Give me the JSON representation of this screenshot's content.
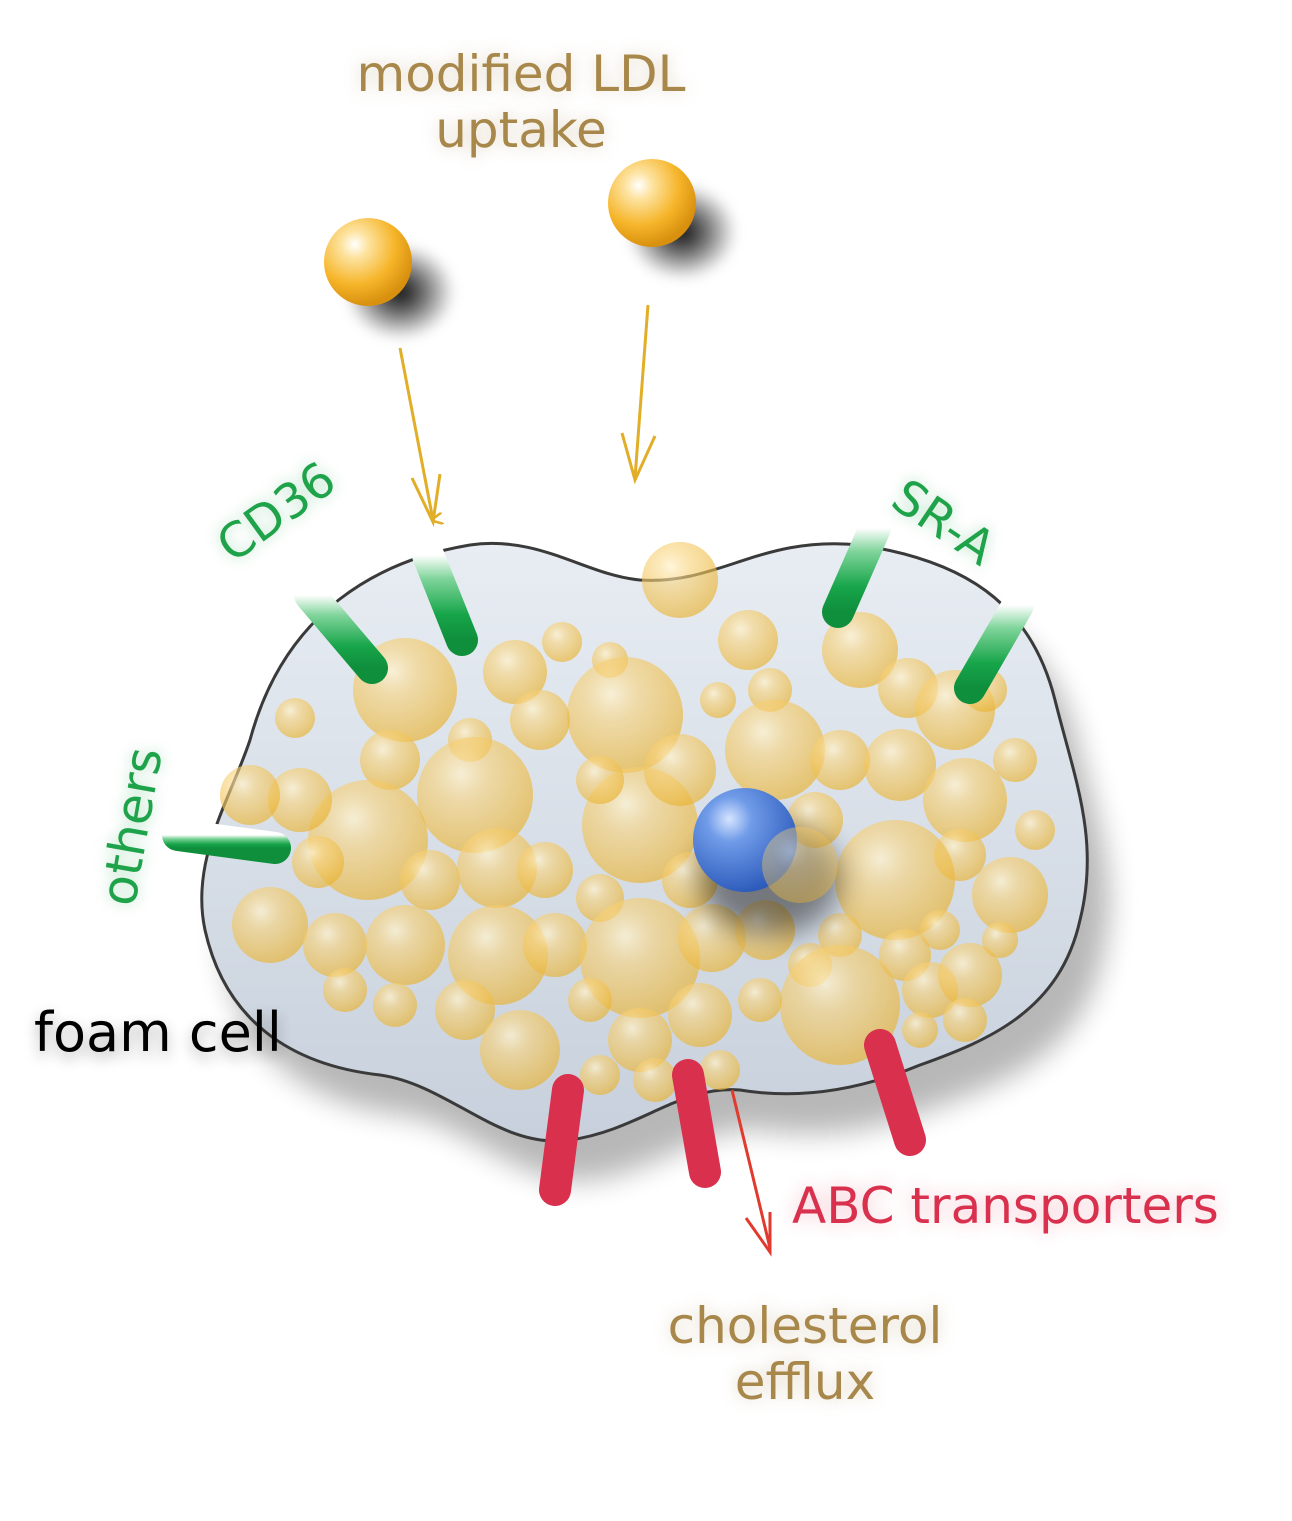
{
  "labels": {
    "uptake_line1": "modified LDL",
    "uptake_line2": "uptake",
    "cd36": "CD36",
    "sra": "SR-A",
    "others": "others",
    "foam_cell": "foam cell",
    "abc": "ABC transporters",
    "efflux_line1": "cholesterol",
    "efflux_line2": "efflux"
  },
  "colors": {
    "ldl": "#f4b62a",
    "receptor": "#17a54a",
    "transporter": "#d9304e",
    "nucleus": "#3767c4",
    "cell_fill": "#d9e0ea",
    "cell_outline": "#3a3a3a",
    "uptake_arrow": "#e2ae28",
    "efflux_arrow": "#e23a2e",
    "uptake_text": "#a8874a",
    "receptor_text": "#1ea34a",
    "transporter_text": "#d9304e"
  },
  "icons": {
    "ldl_particle": "ldl-particle-icon",
    "receptor": "receptor-icon",
    "transporter": "transporter-icon",
    "nucleus": "nucleus-icon",
    "lipid_droplet": "lipid-droplet-icon"
  }
}
